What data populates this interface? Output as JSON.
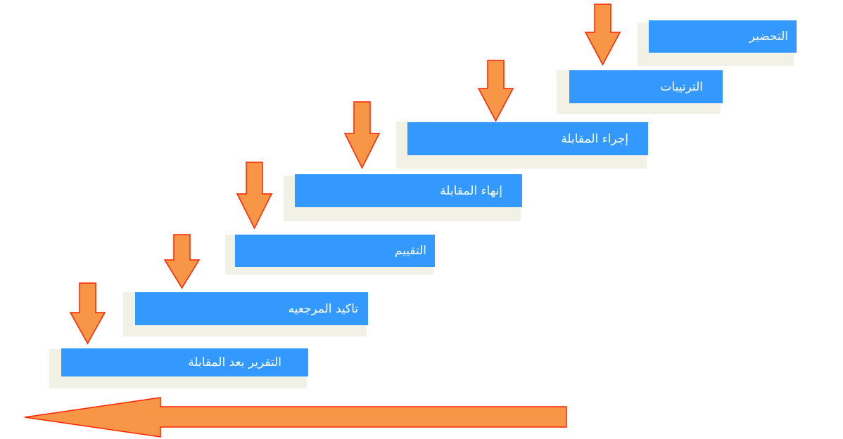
{
  "steps": [
    {
      "label": "التحضير"
    },
    {
      "label": "الترتيبات"
    },
    {
      "label": "إجراء المقابلة"
    },
    {
      "label": "إنهاء المقابلة"
    },
    {
      "label": "التقييم"
    },
    {
      "label": "تاكيد المرجعيه"
    },
    {
      "label": "التقرير بعد المقابلة"
    }
  ],
  "colors": {
    "step_fill": "#3399ff",
    "step_shadow": "#f2f1e6",
    "arrow_fill": "#f79646",
    "arrow_stroke": "#ff2200"
  }
}
